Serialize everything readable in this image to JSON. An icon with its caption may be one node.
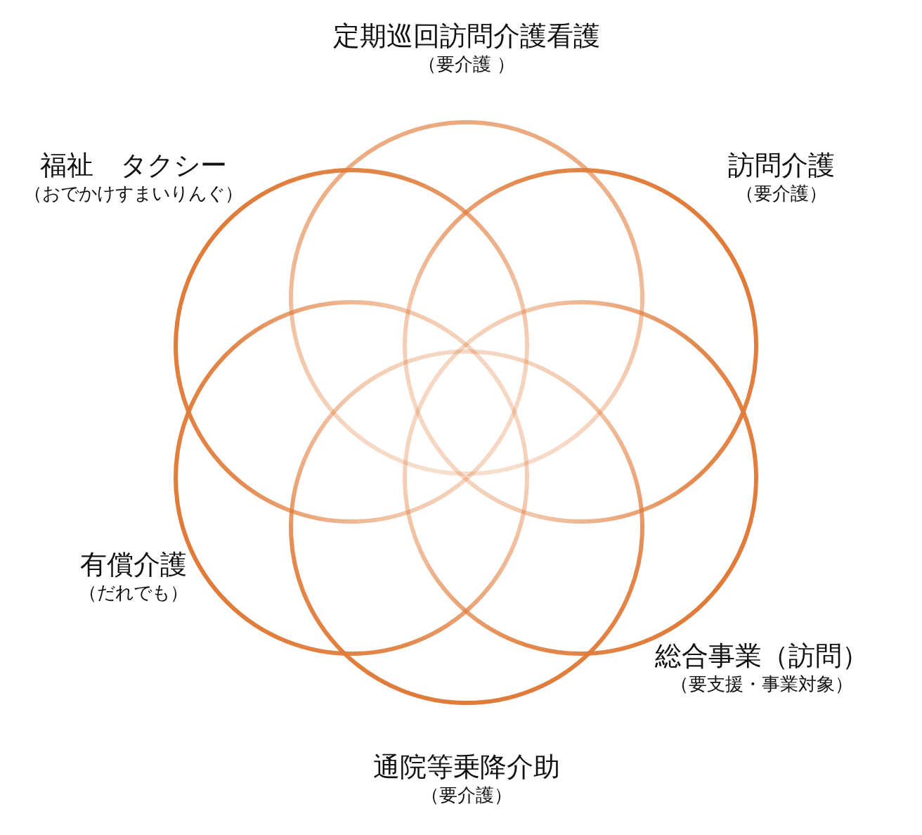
{
  "diagram": {
    "nodes": [
      {
        "text": [
          "定期巡回訪問介護看護",
          "（要介護 ）"
        ]
      },
      {
        "text": [
          "訪問介護",
          "（要介護）"
        ]
      },
      {
        "text": [
          "総合事業（訪問）",
          "（要支援・事業対象）"
        ]
      },
      {
        "text": [
          "通院等乗降介助",
          "（要介護）"
        ]
      },
      {
        "text": [
          "有償介護",
          "（だれでも）"
        ]
      },
      {
        "text": [
          "福祉　タクシー",
          "（おでかけすまいりんぐ）"
        ]
      }
    ]
  }
}
